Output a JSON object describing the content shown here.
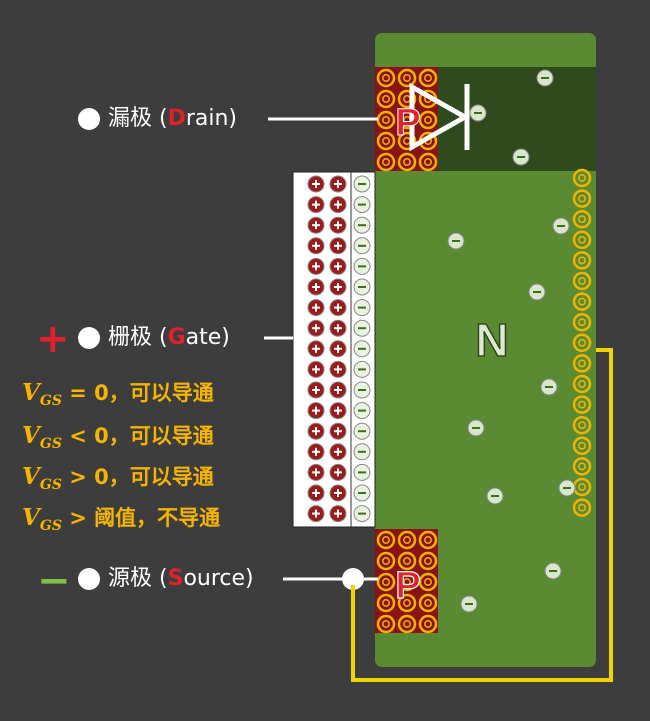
{
  "terminals": {
    "drain": {
      "prefix": "漏极 (",
      "letter": "D",
      "suffix": "rain)"
    },
    "gate": {
      "prefix": "栅极 (",
      "letter": "G",
      "suffix": "ate)"
    },
    "source": {
      "prefix": "源极 (",
      "letter": "S",
      "suffix": "ource)"
    }
  },
  "gate_sign": "+",
  "source_sign": "−",
  "regions": {
    "n_label": "N",
    "p_label": "P"
  },
  "conditions": [
    {
      "sub": "GS",
      "rest": " = 0，可以导通"
    },
    {
      "sub": "GS",
      "rest": " < 0，可以导通"
    },
    {
      "sub": "GS",
      "rest": " > 0，可以导通"
    },
    {
      "sub": "GS",
      "rest": " > 阈值，不导通"
    }
  ],
  "colors": {
    "background": "#3d3d3d",
    "n_region": "#5a8a32",
    "drain_region": "#2f4a1c",
    "p_region": "#8a1414",
    "wire": "#f2d300",
    "condition_text": "#f4b400",
    "highlight": "#e0202a"
  }
}
